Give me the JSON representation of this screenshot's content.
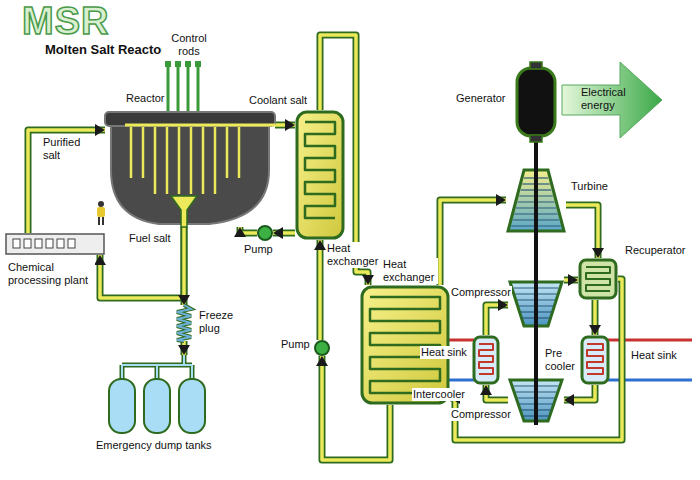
{
  "diagram": {
    "title": "MSR",
    "nodes": [
      {
        "text": [
          "Reactor"
        ]
      },
      {
        "text": [
          "Heat exchanger"
        ]
      },
      {
        "text": [
          "Pump"
        ]
      },
      {
        "text": [
          "Heat exchanger"
        ]
      },
      {
        "text": [
          "Pump"
        ]
      },
      {
        "text": [
          "Chemical processing plant"
        ]
      },
      {
        "text": [
          "Freeze plug"
        ]
      },
      {
        "text": [
          "Emergency dump tanks"
        ]
      },
      {
        "text": [
          "Generator"
        ]
      },
      {
        "text": [
          "Turbine"
        ]
      },
      {
        "text": [
          "Recuperator"
        ]
      },
      {
        "text": [
          "Compressor"
        ]
      },
      {
        "text": [
          "Heat sink",
          "Intercooler"
        ]
      },
      {
        "text": [
          "Pre cooler",
          "Heat sink"
        ]
      },
      {
        "text": [
          "Compressor"
        ]
      }
    ],
    "edges": [
      {
        "from": 0,
        "to": 1,
        "arrow": "to"
      },
      {
        "from": 1,
        "to": 2,
        "arrow": "to"
      },
      {
        "from": 2,
        "to": 0,
        "arrow": "to"
      },
      {
        "from": 0,
        "to": 5,
        "arrow": "to"
      },
      {
        "from": 5,
        "to": 0,
        "arrow": "to"
      },
      {
        "from": 0,
        "to": 6,
        "arrow": "to"
      },
      {
        "from": 6,
        "to": 7,
        "arrow": "to"
      },
      {
        "from": 1,
        "to": 3,
        "arrow": "to"
      },
      {
        "from": 3,
        "to": 4,
        "arrow": "to"
      },
      {
        "from": 4,
        "to": 1,
        "arrow": "to"
      },
      {
        "from": 3,
        "to": 9,
        "arrow": "to"
      },
      {
        "from": 9,
        "to": 10,
        "arrow": "to"
      },
      {
        "from": 10,
        "to": 13,
        "arrow": "to"
      },
      {
        "from": 13,
        "to": 14,
        "arrow": "to"
      },
      {
        "from": 14,
        "to": 12,
        "arrow": "to"
      },
      {
        "from": 12,
        "to": 11,
        "arrow": "to"
      },
      {
        "from": 11,
        "to": 10,
        "arrow": "to"
      },
      {
        "from": 10,
        "to": 3,
        "arrow": "to"
      },
      {
        "from": 8,
        "to": 9,
        "arrow": "none"
      }
    ],
    "labels": [
      "Molten Salt Reactor",
      "Control rods",
      "Purified salt",
      "Fuel salt",
      "Coolant salt",
      "Electrical energy"
    ]
  }
}
